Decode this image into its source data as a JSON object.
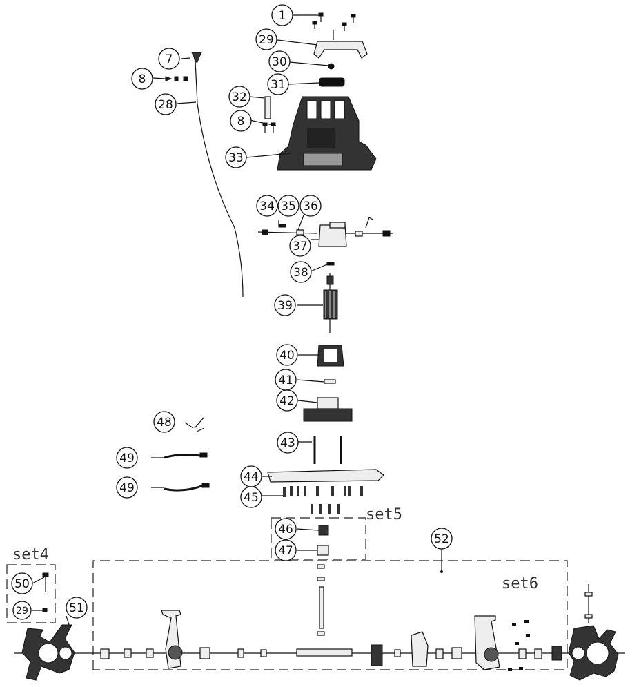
{
  "diagram": {
    "callouts": [
      {
        "id": "c1",
        "label": "1"
      },
      {
        "id": "c29a",
        "label": "29"
      },
      {
        "id": "c30",
        "label": "30"
      },
      {
        "id": "c31",
        "label": "31"
      },
      {
        "id": "c7",
        "label": "7"
      },
      {
        "id": "c8a",
        "label": "8"
      },
      {
        "id": "c28",
        "label": "28"
      },
      {
        "id": "c32",
        "label": "32"
      },
      {
        "id": "c8b",
        "label": "8"
      },
      {
        "id": "c33",
        "label": "33"
      },
      {
        "id": "c34",
        "label": "34"
      },
      {
        "id": "c35",
        "label": "35"
      },
      {
        "id": "c36",
        "label": "36"
      },
      {
        "id": "c37",
        "label": "37"
      },
      {
        "id": "c38",
        "label": "38"
      },
      {
        "id": "c39",
        "label": "39"
      },
      {
        "id": "c40",
        "label": "40"
      },
      {
        "id": "c41",
        "label": "41"
      },
      {
        "id": "c42",
        "label": "42"
      },
      {
        "id": "c48",
        "label": "48"
      },
      {
        "id": "c43",
        "label": "43"
      },
      {
        "id": "c49a",
        "label": "49"
      },
      {
        "id": "c44",
        "label": "44"
      },
      {
        "id": "c49b",
        "label": "49"
      },
      {
        "id": "c45",
        "label": "45"
      },
      {
        "id": "c46",
        "label": "46"
      },
      {
        "id": "c47",
        "label": "47"
      },
      {
        "id": "c52",
        "label": "52"
      },
      {
        "id": "c50",
        "label": "50"
      },
      {
        "id": "c29b",
        "label": "29"
      },
      {
        "id": "c51",
        "label": "51"
      }
    ],
    "sets": {
      "set4": "set4",
      "set5": "set5",
      "set6": "set6"
    }
  }
}
